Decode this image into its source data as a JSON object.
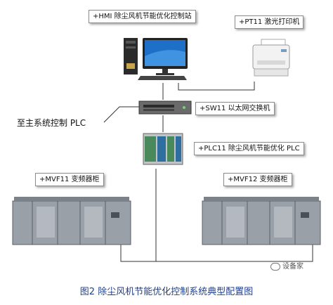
{
  "labels": {
    "hmi": "+HMI 除尘风机节能优化控制站",
    "pt11": "+PT11 激光打印机",
    "sw11": "+SW11 以太网交换机",
    "main_plc": "至主系统控制 PLC",
    "plc11": "+PLC11 除尘风机节能优化 PLC",
    "mvf11": "+MVF11 变频器柜",
    "mvf12": "+MVF12 变频器柜"
  },
  "caption": "图2 除尘风机节能优化控制系统典型配置图",
  "watermark": "设备家",
  "colors": {
    "caption": "#1f3f8f",
    "screen": "#1e6fc8",
    "plc_green": "#4a8a5a",
    "cabinet": "#9aa0a8"
  }
}
